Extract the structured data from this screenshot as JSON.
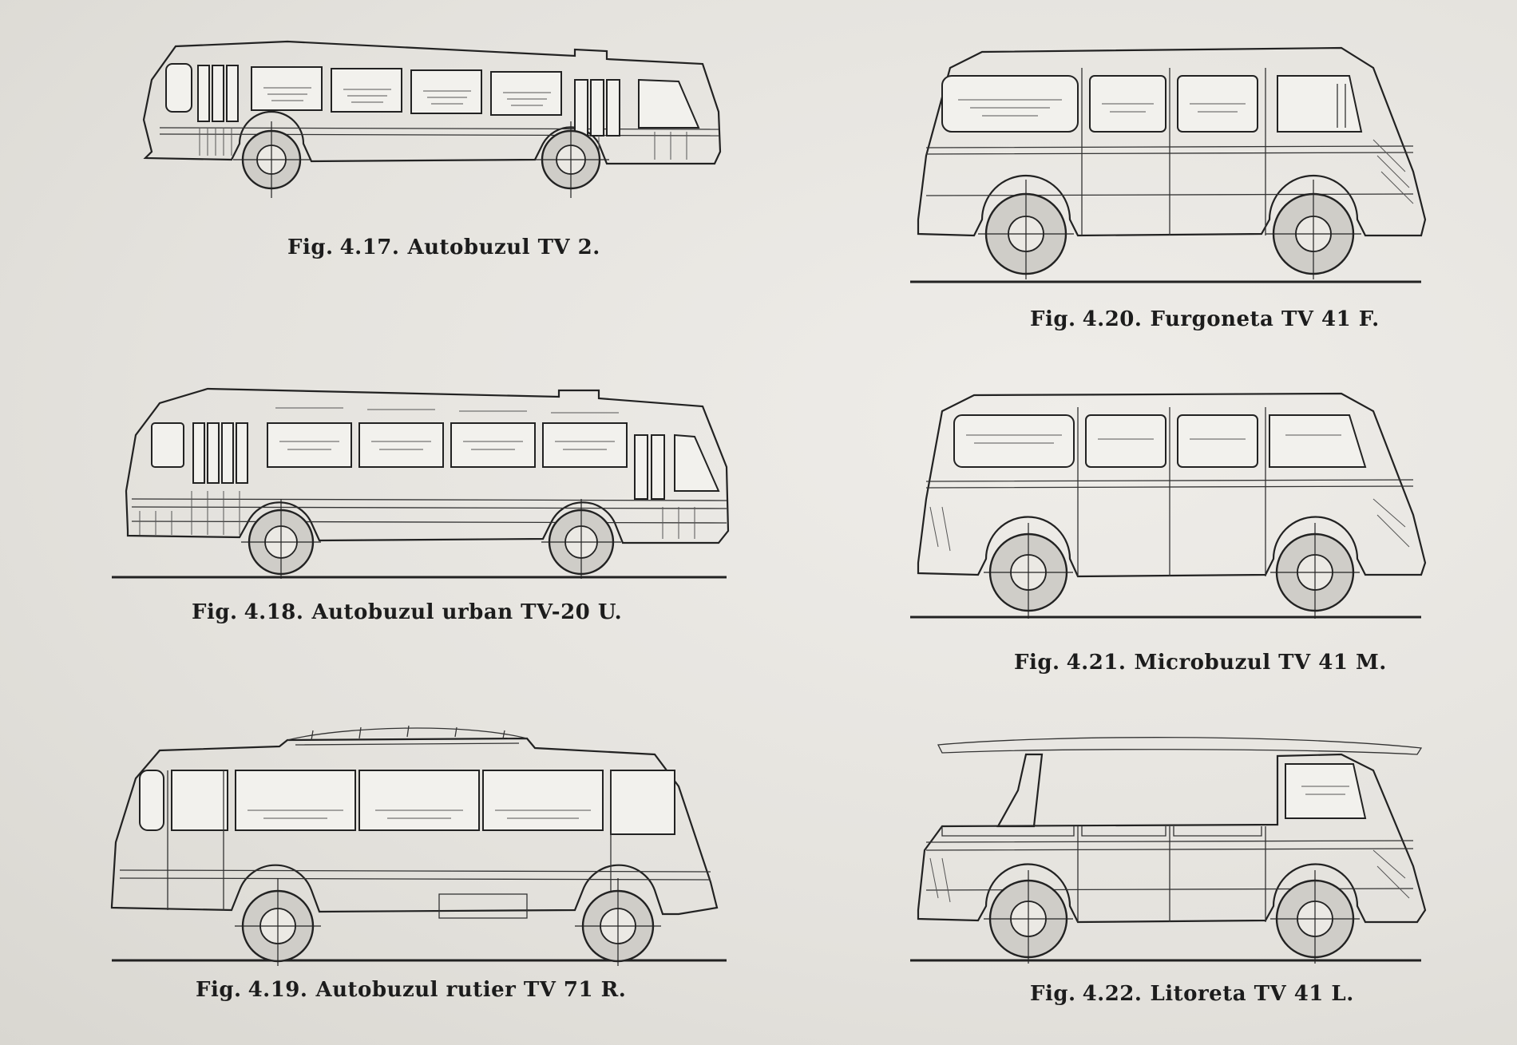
{
  "figures": [
    {
      "id": "4.17",
      "label": "Fig.",
      "number": "4.17.",
      "title": "Autobuzul TV 2."
    },
    {
      "id": "4.18",
      "label": "Fig.",
      "number": "4.18.",
      "title": "Autobuzul urban TV-20 U."
    },
    {
      "id": "4.19",
      "label": "Fig.",
      "number": "4.19.",
      "title": "Autobuzul rutier TV 71 R."
    },
    {
      "id": "4.20",
      "label": "Fig.",
      "number": "4.20.",
      "title": "Furgoneta TV 41 F."
    },
    {
      "id": "4.21",
      "label": "Fig.",
      "number": "4.21.",
      "title": "Microbuzul TV 41 M."
    },
    {
      "id": "4.22",
      "label": "Fig.",
      "number": "4.22.",
      "title": "Litoreta TV 41 L."
    }
  ]
}
